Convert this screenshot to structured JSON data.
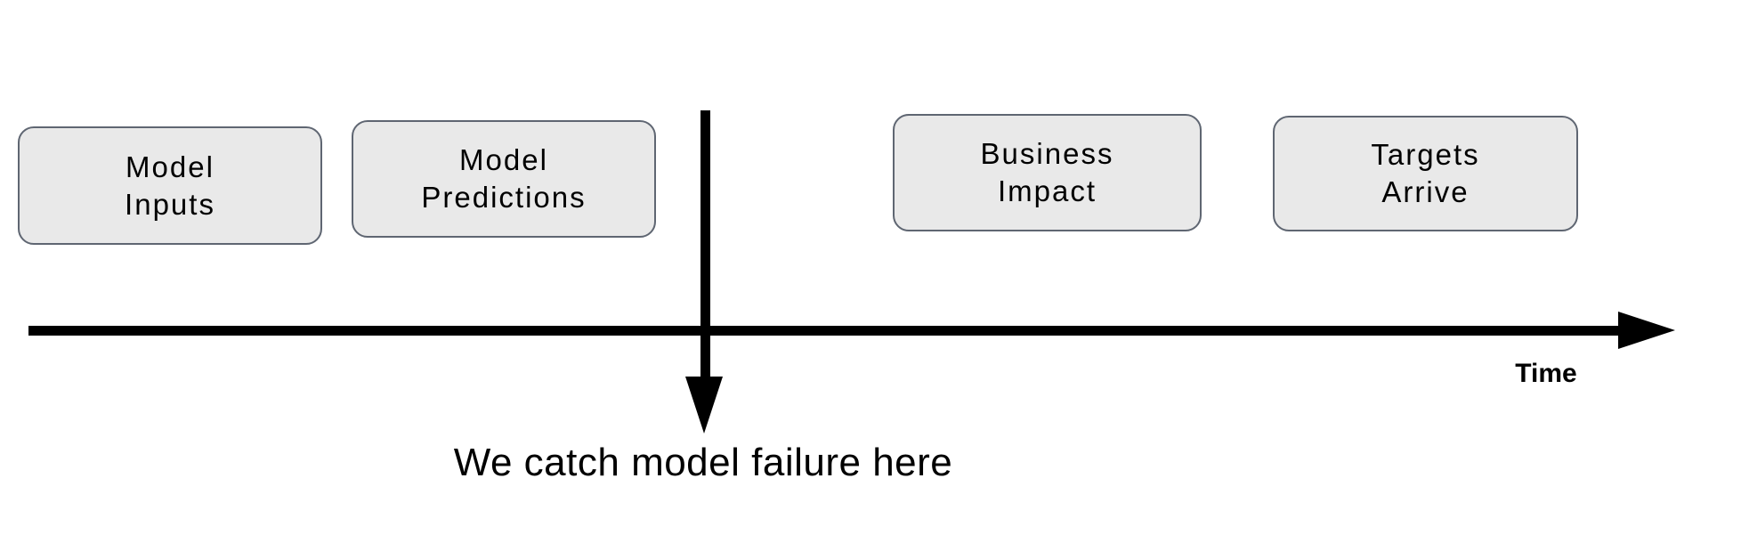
{
  "diagram": {
    "boxes": [
      {
        "label": "Model\nInputs"
      },
      {
        "label": "Model\nPredictions"
      },
      {
        "label": "Business\nImpact"
      },
      {
        "label": "Targets\nArrive"
      }
    ],
    "timeline_label": "Time",
    "annotation": "We catch model failure here",
    "colors": {
      "background": "#ffffff",
      "box_fill": "#e9e9e9",
      "box_border": "#5f6672",
      "arrow": "#000000",
      "text": "#000000"
    }
  }
}
